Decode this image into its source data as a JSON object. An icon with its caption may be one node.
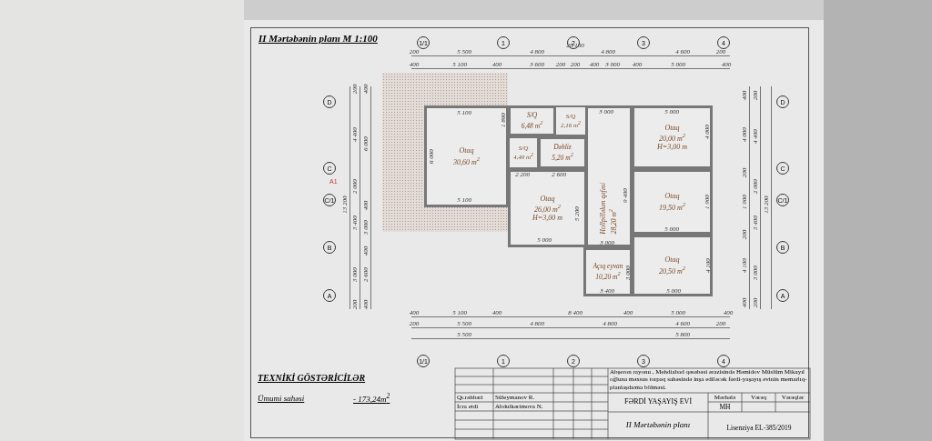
{
  "diagram": {
    "title": "II Mərtəbənin planı M 1:100",
    "nodes": [
      {
        "text": [
          "Otaq",
          "30,60 m$^{2}$"
        ]
      },
      {
        "text": [
          "S/Q",
          "6,48 m$^{2}$"
        ]
      },
      {
        "text": [
          "S/Q",
          "2,16 m$^{2}$"
        ]
      },
      {
        "text": [
          "S/Q",
          "4,40 m$^{2}$"
        ]
      },
      {
        "text": [
          "Dəhliz",
          "5,20 m$^{2}$"
        ]
      },
      {
        "text": [
          "Otaq",
          "26,00 m$^{2}$",
          "H=3,00 m"
        ]
      },
      {
        "text": [
          "Hollpilləkən qəfəsi",
          "28,20 m$^{2}$"
        ]
      },
      {
        "text": [
          "Otaq",
          "20,00 m$^{2}$",
          "H=3,00 m"
        ]
      },
      {
        "text": [
          "Otaq",
          "19,50 m$^{2}$"
        ]
      },
      {
        "text": [
          "Açıq eyvan",
          "10,20 m$^{2}$"
        ]
      },
      {
        "text": [
          "Otaq",
          "20,50 m$^{2}$"
        ]
      },
      {
        "text": [
          "1/1"
        ]
      },
      {
        "text": [
          "1"
        ]
      },
      {
        "text": [
          "2"
        ]
      },
      {
        "text": [
          "3"
        ]
      },
      {
        "text": [
          "4"
        ]
      },
      {
        "text": [
          "D"
        ]
      },
      {
        "text": [
          "C"
        ]
      },
      {
        "text": [
          "C/1"
        ]
      },
      {
        "text": [
          "B"
        ]
      },
      {
        "text": [
          "A"
        ]
      },
      {
        "text": [
          "D"
        ]
      },
      {
        "text": [
          "C"
        ]
      },
      {
        "text": [
          "C/1"
        ]
      },
      {
        "text": [
          "B"
        ]
      },
      {
        "text": [
          "A"
        ]
      },
      {
        "text": [
          "1/1"
        ]
      },
      {
        "text": [
          "1"
        ]
      },
      {
        "text": [
          "2"
        ]
      },
      {
        "text": [
          "3"
        ]
      },
      {
        "text": [
          "4"
        ]
      }
    ],
    "labels": [
      "200",
      "5 500",
      "4 800",
      "20 100",
      "4 800",
      "4 600",
      "200",
      "400",
      "5 100",
      "400",
      "3 600",
      "200",
      "200",
      "400",
      "3 000",
      "400",
      "5 000",
      "400",
      "200",
      "400",
      "4 400",
      "6 000",
      "13 200",
      "2 000",
      "400",
      "3 400",
      "3 000",
      "400",
      "3 000",
      "2 600",
      "200",
      "400",
      "5 100",
      "6 000",
      "1 800",
      "5 100",
      "2 200",
      "2 600",
      "3 000",
      "9 400",
      "5 200",
      "5 000",
      "4 000",
      "1 900",
      "5 000",
      "5 000",
      "3 000",
      "3 400",
      "3 000",
      "5 000",
      "4 100",
      "400",
      "200",
      "4 000",
      "4 400",
      "200",
      "2 000",
      "1 900",
      "13 200",
      "3 400",
      "200",
      "4 100",
      "3 000",
      "400",
      "200",
      "400",
      "5 100",
      "400",
      "8 400",
      "400",
      "5 000",
      "400",
      "200",
      "5 500",
      "4 800",
      "4 800",
      "4 600",
      "200",
      "5 500",
      "5 800",
      "A1",
      "TEXNİKİ GÖSTƏRİCİLƏR",
      "Ümumi sahəsi",
      "- 173,24m$^{2}$",
      "Abşeron rayonu , Mehdiabad qəsəbəsi ərazisində Həmidov Müslüm Mikayıl oğluna məxsus torpaq sahəsində inşa ediləcək fərdi-yaşayış evinin memarlıq-planlaşdırma bölməsi.",
      "Qr.rəhbəri",
      "Süleymanov R.",
      "FƏRDİ YAŞAYIŞ EVİ",
      "Mərhələ",
      "Vərəq",
      "Vərəqlər",
      "İcra etdi",
      "Abdulkərimova N.",
      "MH",
      "II Mərtəbənin planı",
      "Lisenziya EL-385/2019"
    ]
  }
}
